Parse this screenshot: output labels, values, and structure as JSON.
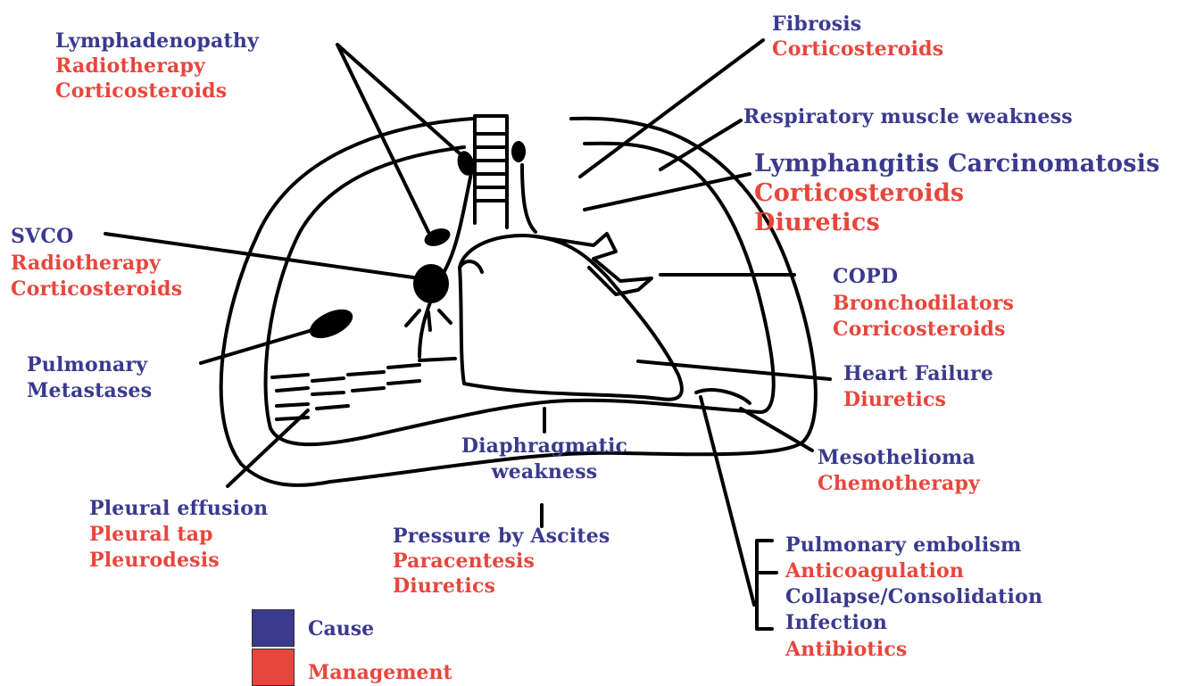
{
  "colors": {
    "cause": "#3a3a8e",
    "management": "#e8463c",
    "line": "#000000"
  },
  "labels": {
    "lymphadenopathy": {
      "cause": "Lymphadenopathy",
      "m1": "Radiotherapy",
      "m2": "Corticosteroids"
    },
    "fibrosis": {
      "cause": "Fibrosis",
      "m1": "Corticosteroids"
    },
    "respiratory_muscle": {
      "cause": "Respiratory muscle weakness"
    },
    "lymphangitis": {
      "cause": "Lymphangitis Carcinomatosis",
      "m1": "Corticosteroids",
      "m2": "Diuretics"
    },
    "svco": {
      "cause": "SVCO",
      "m1": "Radiotherapy",
      "m2": "Corticosteroids"
    },
    "copd": {
      "cause": "COPD",
      "m1": "Bronchodilators",
      "m2": "Corricosteroids"
    },
    "pulmonary_metastases": {
      "cause1": "Pulmonary",
      "cause2": "Metastases"
    },
    "heart_failure": {
      "cause": "Heart Failure",
      "m1": "Diuretics"
    },
    "diaphragmatic": {
      "cause1": "Diaphragmatic",
      "cause2": "weakness"
    },
    "mesothelioma": {
      "cause": "Mesothelioma",
      "m1": "Chemotherapy"
    },
    "pleural_effusion": {
      "cause": "Pleural effusion",
      "m1": "Pleural tap",
      "m2": "Pleurodesis"
    },
    "ascites": {
      "cause": "Pressure by Ascites",
      "m1": "Paracentesis",
      "m2": "Diuretics"
    },
    "pulmonary_embolism": {
      "cause": "Pulmonary embolism",
      "m1": "Anticoagulation"
    },
    "collapse": {
      "cause": "Collapse/Consolidation"
    },
    "infection": {
      "cause": "Infection",
      "m1": "Antibiotics"
    }
  },
  "legend": {
    "cause": "Cause",
    "management": "Management"
  }
}
